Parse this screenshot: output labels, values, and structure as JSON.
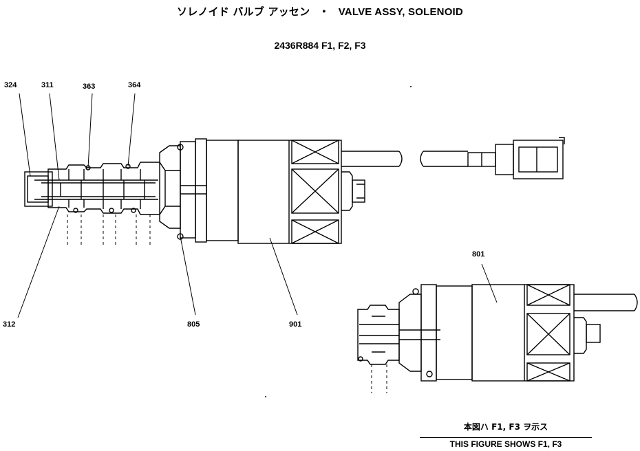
{
  "header": {
    "title_jp": "ソレノイド バルブ アッセン",
    "separator": "・",
    "title_en": "VALVE ASSY, SOLENOID",
    "part_number": "2436R884 F1, F2, F3"
  },
  "callouts": {
    "c324": "324",
    "c311": "311",
    "c363": "363",
    "c364": "364",
    "c312": "312",
    "c805": "805",
    "c901": "901",
    "c801": "801"
  },
  "note": {
    "jp": "本図ハ F1, F3 ヲ示ス",
    "en": "THIS FIGURE SHOWS F1, F3"
  }
}
